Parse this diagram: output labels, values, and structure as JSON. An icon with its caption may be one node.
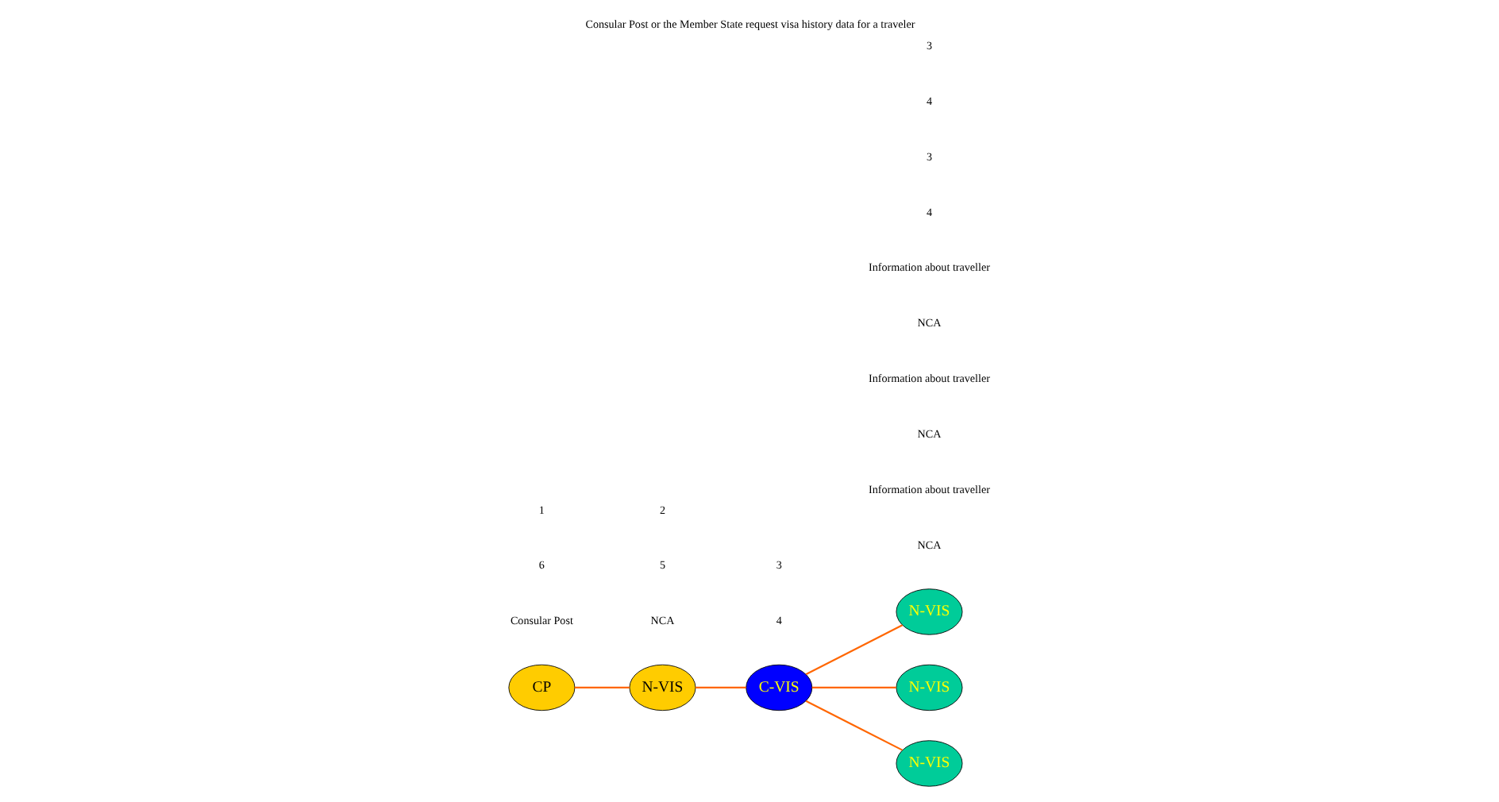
{
  "diagram": {
    "title": "Consular Post or the Member State request visa history data for a traveler",
    "nodes": [
      {
        "text": [
          "CP"
        ],
        "beside": [
          "Consular Post"
        ]
      },
      {
        "text": [
          "N-VIS"
        ],
        "beside": [
          "NCA"
        ]
      },
      {
        "text": [
          "C-VIS"
        ]
      },
      {
        "text": [
          "N-VIS"
        ],
        "beside": [
          "NCA",
          "Information about traveller"
        ]
      },
      {
        "text": [
          "N-VIS"
        ],
        "beside": [
          "NCA",
          "Information about traveller"
        ]
      },
      {
        "text": [
          "N-VIS"
        ],
        "beside": [
          "NCA",
          "Information about traveller"
        ]
      }
    ],
    "edges": [
      {
        "from": 0,
        "to": 1,
        "arrow": "none"
      },
      {
        "from": 1,
        "to": 2,
        "arrow": "none"
      },
      {
        "from": 2,
        "to": 3,
        "arrow": "none"
      },
      {
        "from": 2,
        "to": 4,
        "arrow": "none"
      },
      {
        "from": 2,
        "to": 5,
        "arrow": "none"
      }
    ],
    "labels": [
      "4",
      "3",
      "6",
      "5",
      "2",
      "1",
      "4",
      "3",
      "4",
      "3"
    ]
  }
}
